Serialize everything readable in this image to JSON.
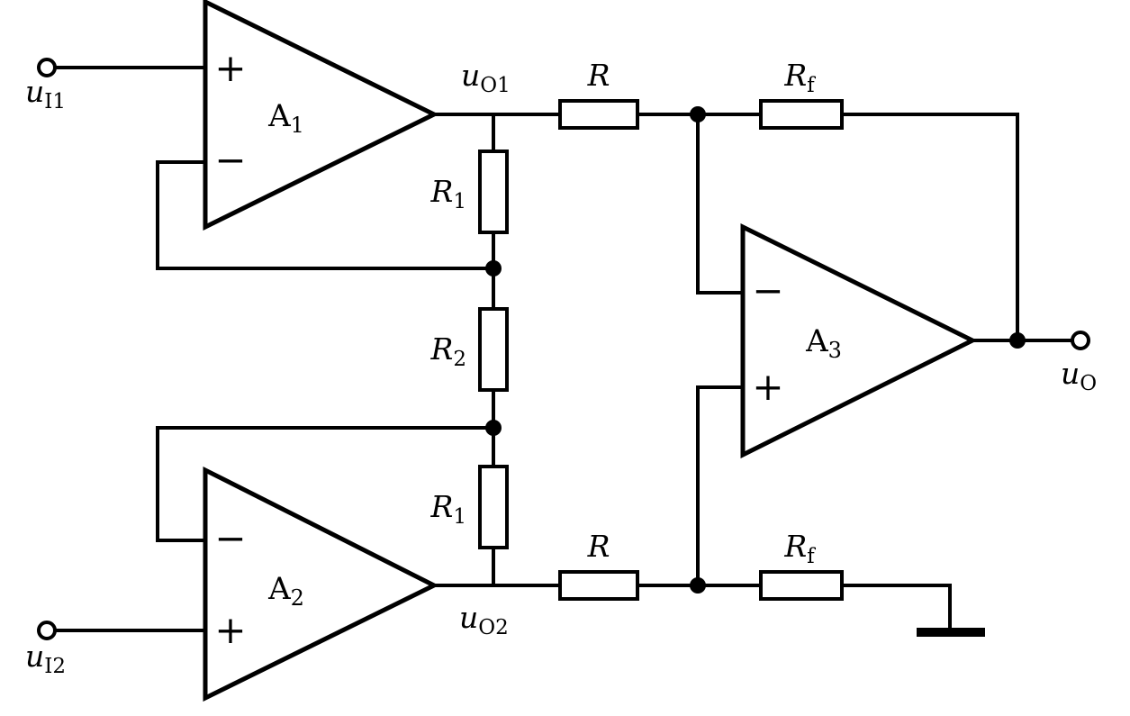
{
  "figure": {
    "kind": "circuit-diagram",
    "description": "Three op-amp instrumentation amplifier"
  },
  "colors": {
    "stroke": "#000000",
    "background": "#ffffff"
  },
  "opamps": [
    {
      "name": "A",
      "sub": "1",
      "plus": "+",
      "minus": "−"
    },
    {
      "name": "A",
      "sub": "2",
      "plus": "+",
      "minus": "−"
    },
    {
      "name": "A",
      "sub": "3",
      "plus": "+",
      "minus": "−"
    }
  ],
  "terminals": {
    "in1": {
      "base": "u",
      "sub": "I1"
    },
    "in2": {
      "base": "u",
      "sub": "I2"
    },
    "out": {
      "base": "u",
      "sub": "O"
    }
  },
  "nets": {
    "uo1": {
      "base": "u",
      "sub": "O1"
    },
    "uo2": {
      "base": "u",
      "sub": "O2"
    }
  },
  "resistors": {
    "r_top": {
      "base": "R",
      "sub": ""
    },
    "rf_top": {
      "base": "R",
      "sub": "f"
    },
    "r1_upper": {
      "base": "R",
      "sub": "1"
    },
    "r2": {
      "base": "R",
      "sub": "2"
    },
    "r1_lower": {
      "base": "R",
      "sub": "1"
    },
    "r_bottom": {
      "base": "R",
      "sub": ""
    },
    "rf_bottom": {
      "base": "R",
      "sub": "f"
    }
  }
}
